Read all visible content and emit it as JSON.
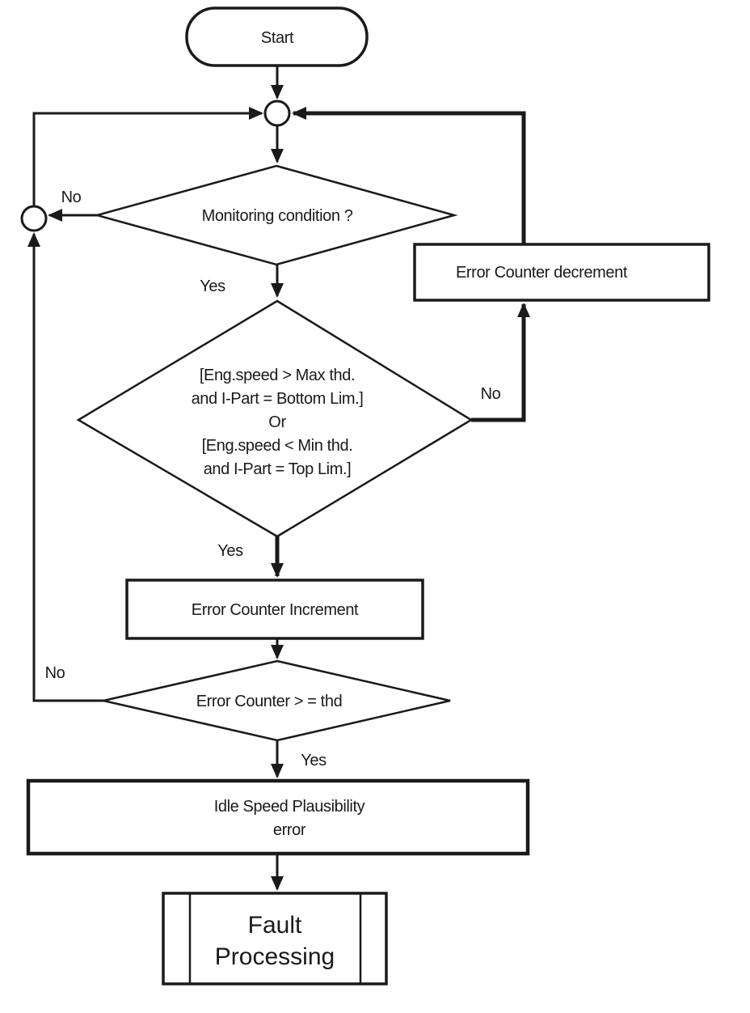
{
  "colors": {
    "line": "#1a1a1a",
    "background": "#ffffff",
    "shape_fill": "#ffffff"
  },
  "nodes": {
    "start": {
      "type": "terminator",
      "label": "Start"
    },
    "monitoring_decision": {
      "type": "decision",
      "label": "Monitoring condition ?"
    },
    "engspeed_decision": {
      "type": "decision",
      "lines": [
        "[Eng.speed > Max thd.",
        "and I-Part = Bottom Lim.]",
        "Or",
        "[Eng.speed < Min thd.",
        "and I-Part = Top Lim.]"
      ]
    },
    "error_counter_decrement": {
      "type": "process",
      "label": "Error Counter decrement"
    },
    "error_counter_increment": {
      "type": "process",
      "label": "Error Counter Increment"
    },
    "counter_threshold_decision": {
      "type": "decision",
      "label": "Error Counter > = thd"
    },
    "idle_speed_error": {
      "type": "process",
      "lines": [
        "Idle Speed Plausibility",
        "error"
      ]
    },
    "fault_processing": {
      "type": "predefined-process",
      "lines": [
        "Fault",
        "Processing"
      ]
    }
  },
  "edge_labels": {
    "monitoring_no": "No",
    "monitoring_yes": "Yes",
    "engspeed_no": "No",
    "engspeed_yes": "Yes",
    "counter_no": "No",
    "counter_yes": "Yes"
  }
}
